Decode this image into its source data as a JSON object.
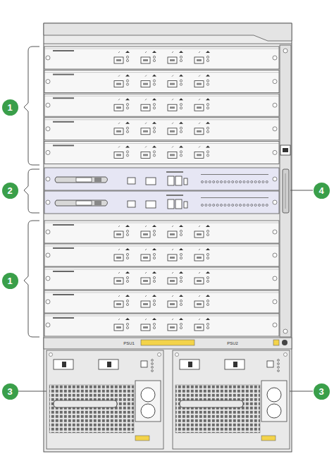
{
  "diagram": {
    "nodes": [
      {
        "text": [
          "1"
        ]
      },
      {
        "text": [
          "2"
        ]
      },
      {
        "text": [
          "1"
        ]
      },
      {
        "text": [
          "3"
        ]
      },
      {
        "text": [
          "3"
        ]
      },
      {
        "text": [
          "4"
        ]
      }
    ],
    "labels": [
      "PSU1",
      "PSU2"
    ]
  }
}
